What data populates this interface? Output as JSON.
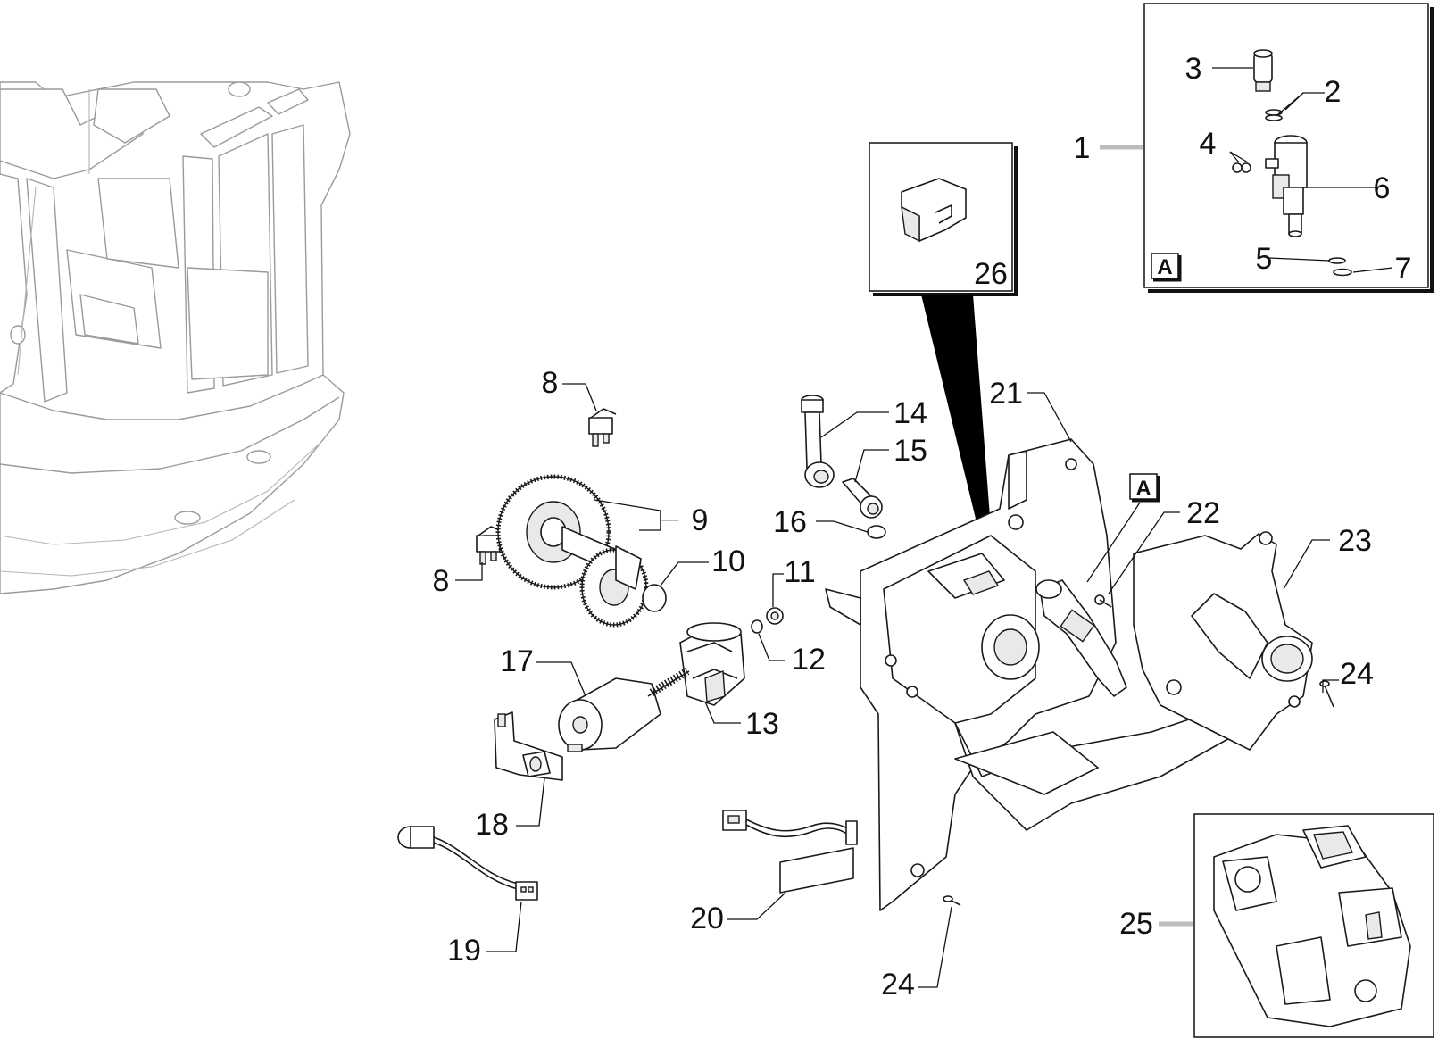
{
  "callouts": {
    "c1": "1",
    "c2": "2",
    "c3": "3",
    "c4": "4",
    "c5": "5",
    "c6": "6",
    "c7": "7",
    "c8a": "8",
    "c8b": "8",
    "c9": "9",
    "c10": "10",
    "c11": "11",
    "c12": "12",
    "c13": "13",
    "c14": "14",
    "c15": "15",
    "c16": "16",
    "c17": "17",
    "c18": "18",
    "c19": "19",
    "c20": "20",
    "c21": "21",
    "c22": "22",
    "c23": "23",
    "c24a": "24",
    "c24b": "24",
    "c25": "25",
    "c26": "26"
  },
  "markers": {
    "detail_a_box": "A",
    "detail_a_part": "A"
  }
}
